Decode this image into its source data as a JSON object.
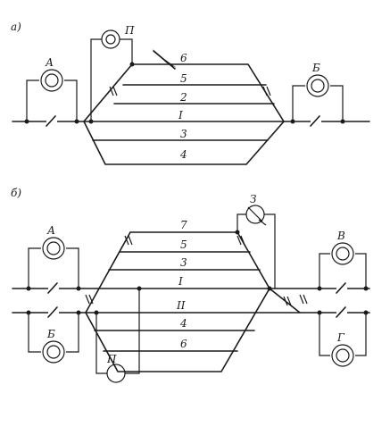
{
  "panel_a": {
    "label": "а)",
    "lamp_a": "А",
    "lamp_b": "Б",
    "lamp_p": "П",
    "tracks": [
      "6",
      "5",
      "2",
      "I",
      "3",
      "4"
    ]
  },
  "panel_b": {
    "label": "б)",
    "lamp_a": "А",
    "lamp_b": "Б",
    "lamp_v": "В",
    "lamp_g": "Г",
    "lamp_p": "П",
    "lamp_z": "З",
    "tracks": [
      "7",
      "5",
      "3",
      "I",
      "II",
      "4",
      "6"
    ]
  }
}
